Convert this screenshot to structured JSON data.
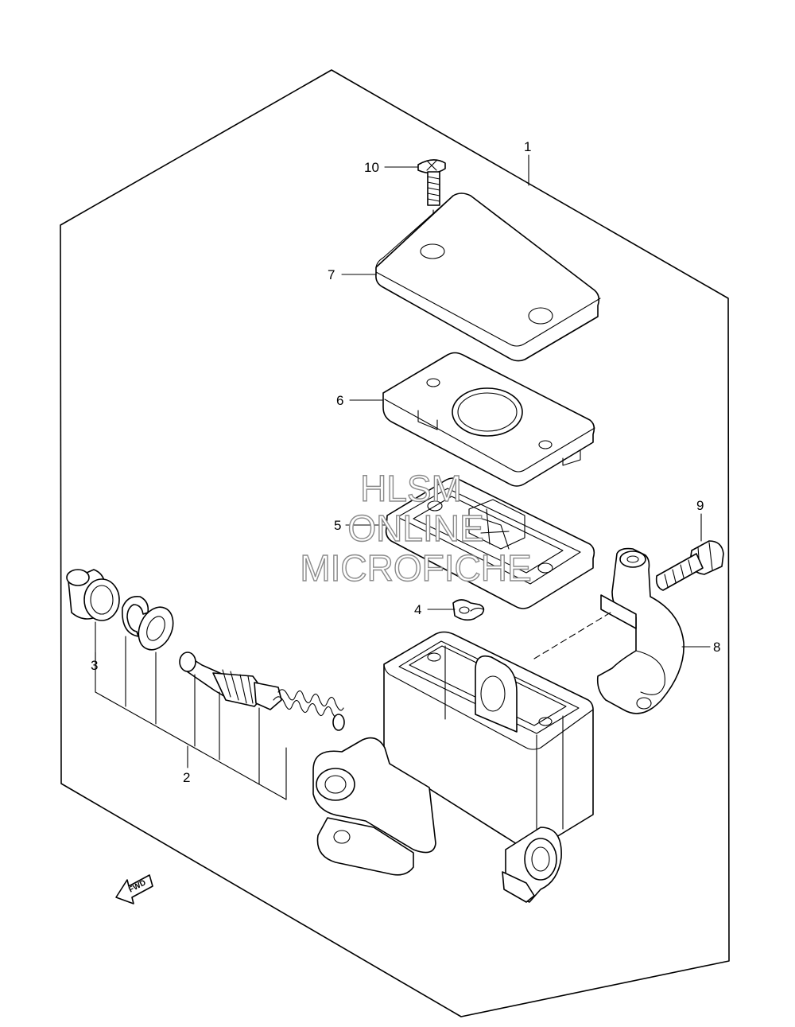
{
  "callouts": {
    "c1": "1",
    "c2": "2",
    "c3": "3",
    "c4": "4",
    "c5": "5",
    "c6": "6",
    "c7": "7",
    "c8": "8",
    "c9": "9",
    "c10": "10"
  },
  "watermark": {
    "line1": "HLSM",
    "line2": "ONLINE",
    "line3": "MICROFICHE"
  },
  "direction_arrow": {
    "label": "FWD"
  }
}
